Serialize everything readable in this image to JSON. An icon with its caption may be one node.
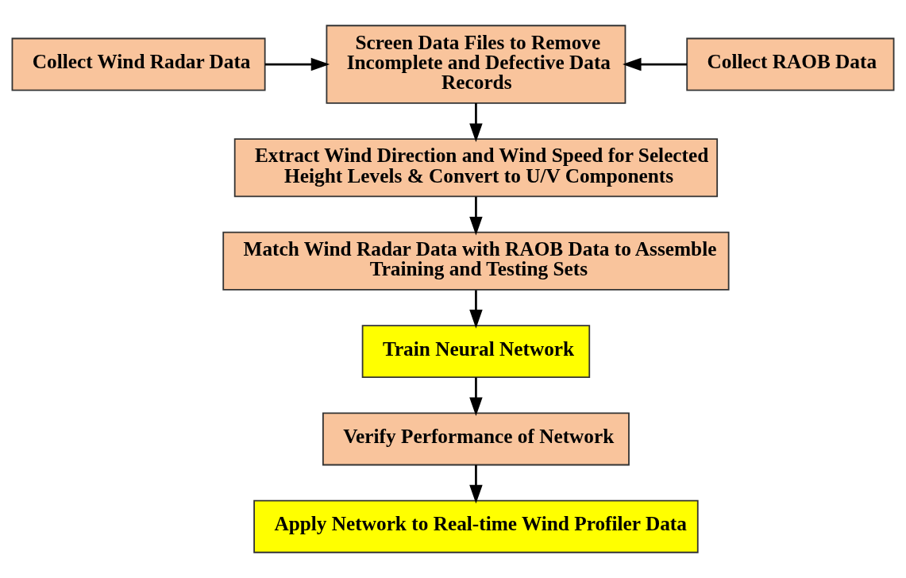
{
  "diagram": {
    "nodes": [
      {
        "text": [
          "Collect Wind Radar Data"
        ]
      },
      {
        "text": [
          "Screen Data Files to Remove Incomplete and Defective Data Records"
        ]
      },
      {
        "text": [
          "Collect RAOB Data"
        ]
      },
      {
        "text": [
          "Extract Wind Direction and Wind Speed for Selected Height Levels & Convert to U/V Components"
        ]
      },
      {
        "text": [
          "Match Wind Radar Data with RAOB Data to Assemble Training and Testing Sets"
        ]
      },
      {
        "text": [
          "Train Neural Network"
        ]
      },
      {
        "text": [
          "Verify Performance of Network"
        ]
      },
      {
        "text": [
          "Apply Network to Real-time Wind Profiler Data"
        ]
      }
    ],
    "edges": [
      {
        "from": 0,
        "to": 1,
        "arrow": "to"
      },
      {
        "from": 2,
        "to": 1,
        "arrow": "to"
      },
      {
        "from": 1,
        "to": 3,
        "arrow": "to"
      },
      {
        "from": 3,
        "to": 4,
        "arrow": "to"
      },
      {
        "from": 4,
        "to": 5,
        "arrow": "to"
      },
      {
        "from": 5,
        "to": 6,
        "arrow": "to"
      },
      {
        "from": 6,
        "to": 7,
        "arrow": "to"
      }
    ]
  }
}
